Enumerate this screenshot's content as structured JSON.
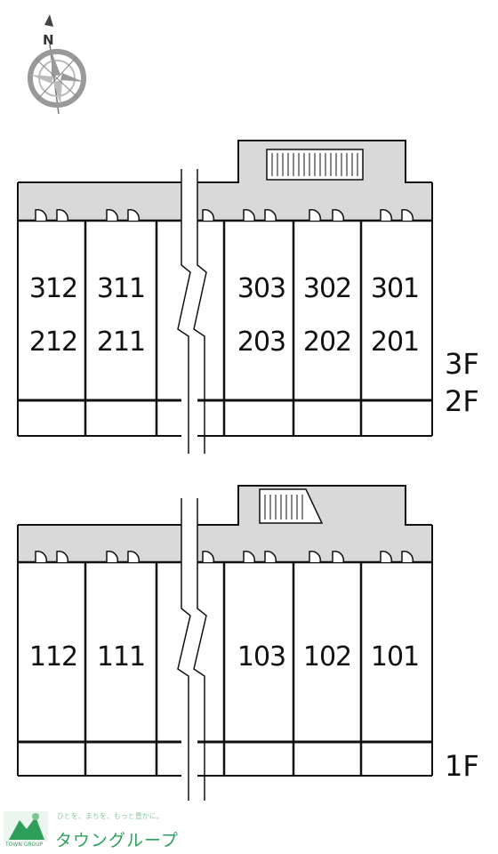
{
  "compass": {
    "north_label": "N"
  },
  "floors": [
    {
      "floor_labels": [
        "3F",
        "2F"
      ],
      "rows": [
        [
          "312",
          "311",
          "303",
          "302",
          "301"
        ],
        [
          "212",
          "211",
          "203",
          "202",
          "201"
        ]
      ]
    },
    {
      "floor_labels": [
        "1F"
      ],
      "rows": [
        [
          "112",
          "111",
          "103",
          "102",
          "101"
        ]
      ]
    }
  ],
  "branding": {
    "tagline": "ひとを、まちを、もっと豊かに。",
    "name": "タウングループ",
    "logo_text": "TOWN GROUP",
    "color": "#2e9e5a"
  },
  "colors": {
    "corridor": "#d9d9d9",
    "line": "#111111"
  }
}
